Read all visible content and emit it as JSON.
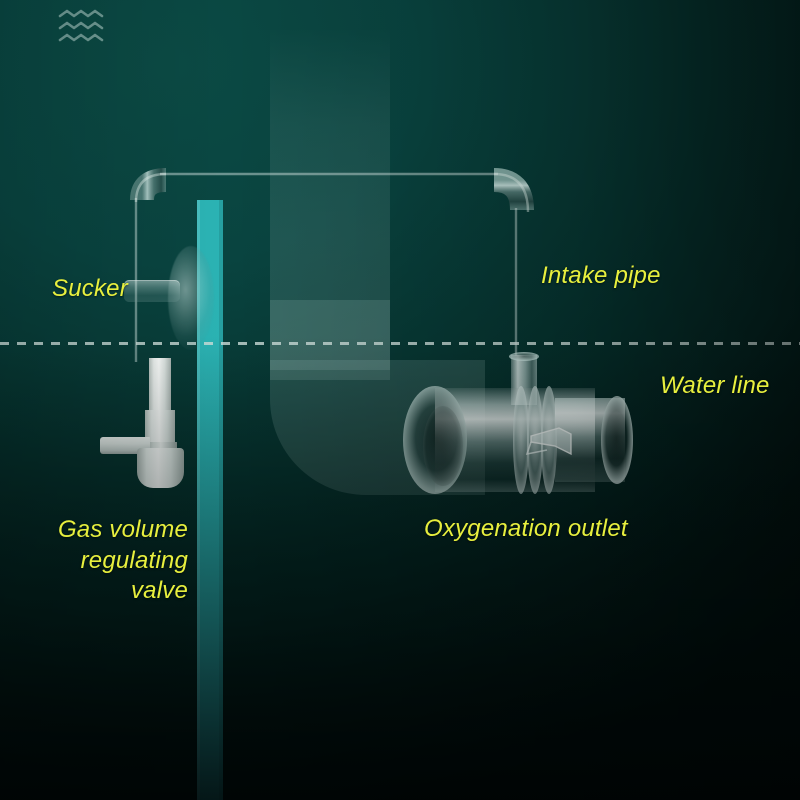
{
  "scene": {
    "title": "Aquarium oxygenation pump diagram",
    "background_color": "#063a36",
    "background_dark": "#010a09",
    "accent_color": "#2bb3b4",
    "label_color": "#e7ef3e",
    "waterline_color": "#cddeda"
  },
  "icons": {
    "wave": "wave-icon"
  },
  "labels": {
    "sucker": "Sucker",
    "intake_pipe": "Intake pipe",
    "water_line": "Water line",
    "oxygenation_outlet": "Oxygenation outlet",
    "gas_valve": "Gas volume\nregulating\nvalve"
  },
  "components": {
    "intake_pipe": "intake-pipe",
    "sucker": "suction-cup",
    "glass_panel": "aquarium-glass-panel",
    "water_line": "water-line",
    "pump_body": "oxygenation-outlet-pump",
    "gas_valve": "gas-volume-regulating-valve"
  }
}
